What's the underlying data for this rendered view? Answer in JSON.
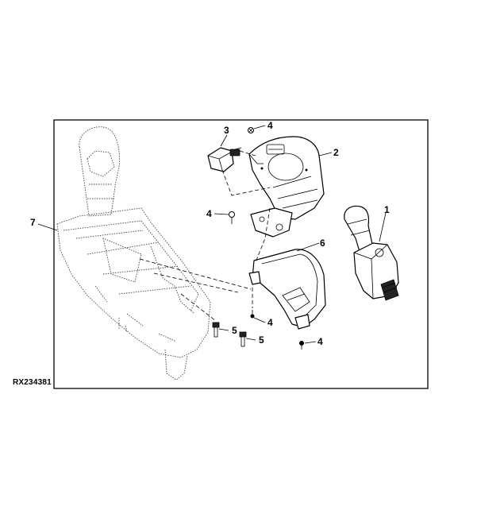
{
  "figure": {
    "reference_code": "RX234381",
    "callouts": {
      "joystick": "1",
      "upper_housing": "2",
      "switch": "3",
      "screw_top": "4",
      "screw_left": "4",
      "screw_mid": "4",
      "screw_bottom": "4",
      "bolt_left": "5",
      "bolt_right": "5",
      "lower_housing": "6",
      "console": "7"
    }
  }
}
